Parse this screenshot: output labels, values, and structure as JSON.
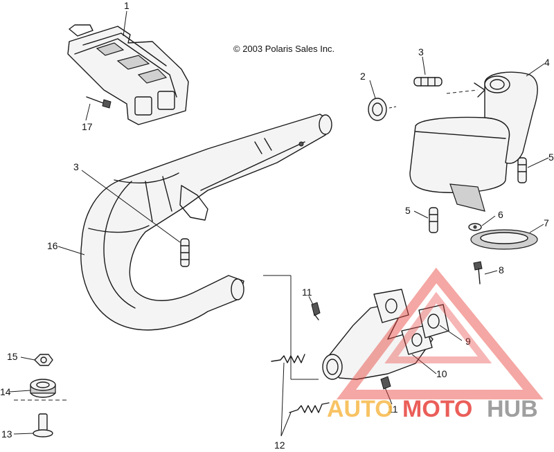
{
  "copyright": "© 2003 Polaris Sales Inc.",
  "callouts": {
    "c1": "1",
    "c2": "2",
    "c3_top": "3",
    "c3_left": "3",
    "c4": "4",
    "c5_right": "5",
    "c5_mid": "5",
    "c6": "6",
    "c7": "7",
    "c8": "8",
    "c9": "9",
    "c10": "10",
    "c11_top": "11",
    "c11_bottom": "11",
    "c12": "12",
    "c13": "13",
    "c14": "14",
    "c15": "15",
    "c16": "16",
    "c17": "17"
  },
  "watermark": {
    "part1": "AUTO",
    "part2": "MOTO",
    "part3": "HUB",
    "color_light": "#f7b94a",
    "color_red": "#e8433d",
    "color_gray": "#8f8f8f"
  }
}
